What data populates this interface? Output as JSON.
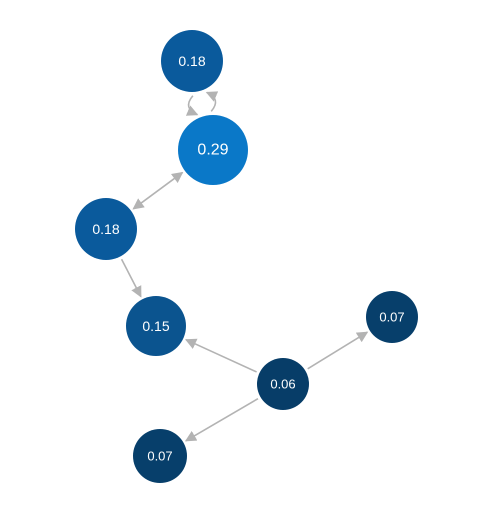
{
  "graph": {
    "nodes": [
      {
        "id": "n1",
        "label": "0.18",
        "value": 0.18,
        "color": "#0a5a9c"
      },
      {
        "id": "n2",
        "label": "0.29",
        "value": 0.29,
        "color": "#0a78c8"
      },
      {
        "id": "n3",
        "label": "0.18",
        "value": 0.18,
        "color": "#0a5a9c"
      },
      {
        "id": "n4",
        "label": "0.15",
        "value": 0.15,
        "color": "#0b548f"
      },
      {
        "id": "n5",
        "label": "0.07",
        "value": 0.07,
        "color": "#073f6b"
      },
      {
        "id": "n6",
        "label": "0.06",
        "value": 0.06,
        "color": "#073d68"
      },
      {
        "id": "n7",
        "label": "0.07",
        "value": 0.07,
        "color": "#073f6b"
      }
    ],
    "edges": [
      {
        "from": "n1",
        "to": "n2",
        "curved": true
      },
      {
        "from": "n2",
        "to": "n1",
        "curved": true
      },
      {
        "from": "n2",
        "to": "n3",
        "bidirectional": true
      },
      {
        "from": "n3",
        "to": "n4"
      },
      {
        "from": "n6",
        "to": "n4"
      },
      {
        "from": "n6",
        "to": "n5"
      },
      {
        "from": "n6",
        "to": "n7"
      }
    ],
    "edge_color": "#b3b3b3"
  }
}
